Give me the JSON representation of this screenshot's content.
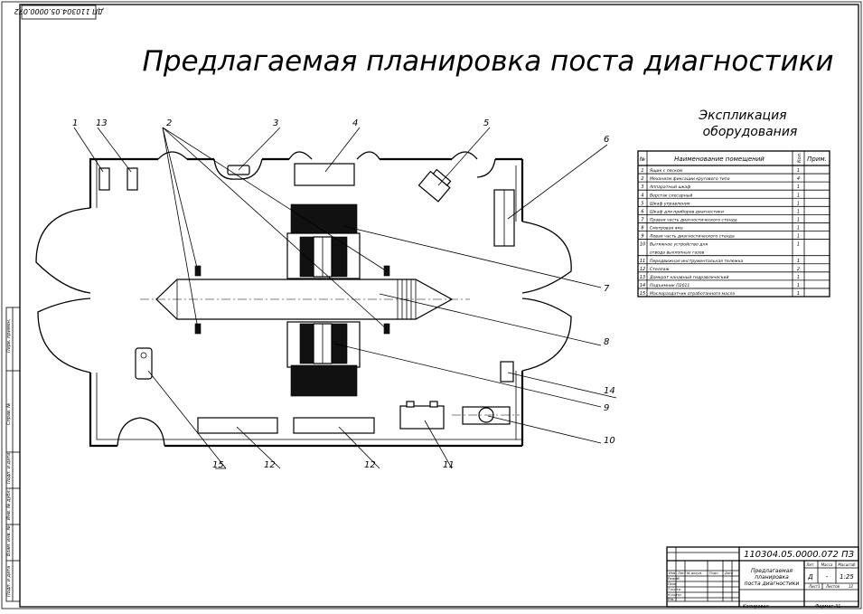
{
  "drawing": {
    "title": "Предлагаемая планировка поста диагностики",
    "stamp_rotated": "ДП 110304.05.0000.072"
  },
  "callouts": [
    "1",
    "13",
    "2",
    "3",
    "4",
    "5",
    "6",
    "7",
    "8",
    "9",
    "10",
    "11",
    "12",
    "12",
    "14",
    "15"
  ],
  "explication": {
    "title_line1": "Экспликация",
    "title_line2": "оборудования",
    "columns": [
      "№",
      "Наименование помещений",
      "Кол.",
      "Прим."
    ],
    "rows": [
      {
        "n": "1",
        "name": "Ящик с песком",
        "qty": "1"
      },
      {
        "n": "2",
        "name": "Механизм фиксации кругового типа",
        "qty": "4"
      },
      {
        "n": "3",
        "name": "Аппаратный шкаф",
        "qty": "1"
      },
      {
        "n": "4",
        "name": "Верстак слесарный",
        "qty": "1"
      },
      {
        "n": "5",
        "name": "Шкаф управления",
        "qty": "1"
      },
      {
        "n": "6",
        "name": "Шкаф для приборов диагностики",
        "qty": "1"
      },
      {
        "n": "7",
        "name": "Правая часть диагностического стенда",
        "qty": "1"
      },
      {
        "n": "8",
        "name": "Смотровая яма",
        "qty": "1"
      },
      {
        "n": "9",
        "name": "Левая часть диагностического стенда",
        "qty": "1"
      },
      {
        "n": "10",
        "name": "Вытяжное устройство для отвода выхлопных газов",
        "qty": "1"
      },
      {
        "n": "11",
        "name": "Передвижная инструментальная тележка",
        "qty": "1"
      },
      {
        "n": "12",
        "name": "Стеллаж",
        "qty": "2"
      },
      {
        "n": "13",
        "name": "Домкрат канавный гидравлический",
        "qty": "1"
      },
      {
        "n": "14",
        "name": "Подъемник П2011",
        "qty": "1"
      },
      {
        "n": "15",
        "name": "Маслораздатчик отработанного масла",
        "qty": "1"
      }
    ]
  },
  "title_block": {
    "code": "110304.05.0000.072 ПЗ",
    "description_line1": "Предлагаемая",
    "description_line2": "планировка",
    "description_line3": "поста диагностики",
    "lit_label": "Лит.",
    "mass_label": "Масса",
    "scale_label": "Масштаб",
    "lit_value": "Д",
    "mass_value": "-",
    "scale_value": "1:25",
    "sheet_label": "Лист",
    "sheet_value": "1",
    "sheets_label": "Листов",
    "sheets_value": "12",
    "rows": [
      "Изм.",
      "Лист",
      "№ докум.",
      "Подп.",
      "Дата"
    ],
    "roles": [
      "Разраб.",
      "Пров.",
      "Т.контр.",
      "",
      "Н.контр.",
      "Утв."
    ],
    "copied": "Копировал",
    "format": "Формат   А1"
  },
  "side_stamps": [
    "Перв. примен.",
    "Справ. №",
    "Подп. и дата",
    "Инв. № дубл.",
    "Взам. инв. №",
    "Подп. и дата",
    "Инв. № подл."
  ]
}
